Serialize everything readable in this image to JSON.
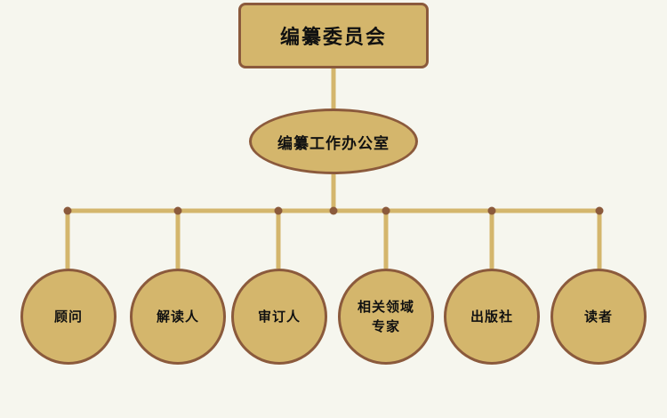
{
  "diagram": {
    "top_node": {
      "label": "编纂委员会"
    },
    "office_node": {
      "label": "编纂工作办公室"
    },
    "leaves": [
      {
        "label": "顾问"
      },
      {
        "label": "解读人"
      },
      {
        "label": "审订人"
      },
      {
        "label": "相关领域专家"
      },
      {
        "label": "出版社"
      },
      {
        "label": "读者"
      }
    ]
  },
  "colors": {
    "background": "#f6f6ee",
    "node_fill": "#d4b66c",
    "node_border": "#8b5a3c",
    "connector": "#d4b66c",
    "junction_dot": "#8b5a3c"
  }
}
